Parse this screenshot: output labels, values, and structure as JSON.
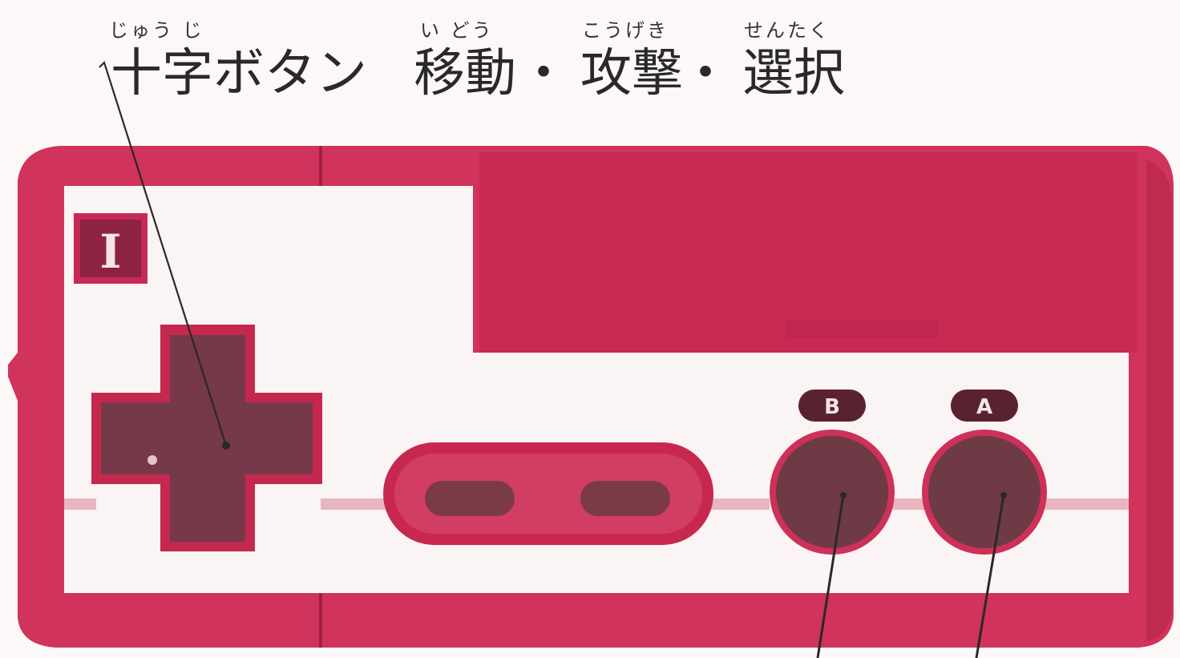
{
  "heading": {
    "dpad_ruby": "じゅう じ",
    "dpad_label": "十字ボタン",
    "move_ruby": "い どう",
    "move_label": "移動",
    "separator_1": "・",
    "attack_ruby": "こうげき",
    "attack_label": "攻撃",
    "separator_2": "・",
    "select_ruby": "せんたく",
    "select_label": "選択"
  },
  "controller": {
    "player_badge": "I",
    "button_b_label": "B",
    "button_a_label": "A"
  },
  "colors": {
    "body_red": "#d0335c",
    "dark_panel": "#c82a54",
    "button_dark": "#6d3a46",
    "label_slot": "#5a2231",
    "plate_white": "#fbf8f7",
    "leader_line": "#2a2828"
  }
}
